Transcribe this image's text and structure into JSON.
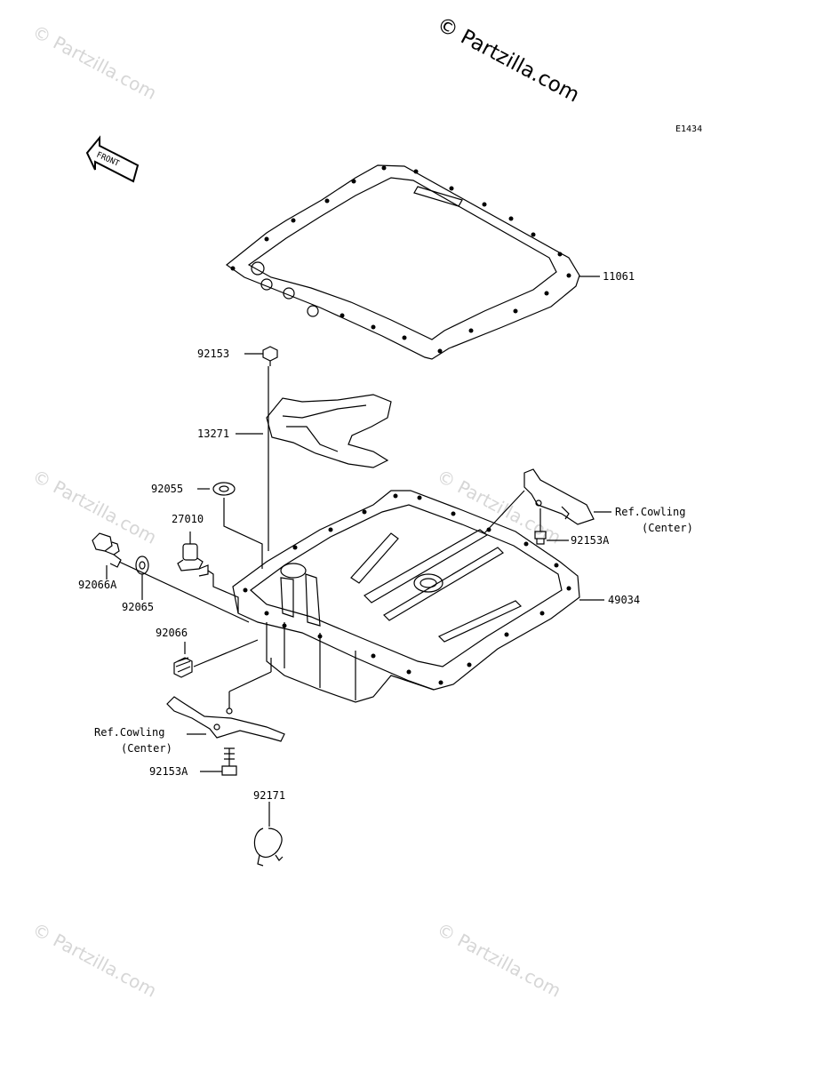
{
  "watermark": {
    "main": "© Partzilla.com",
    "faint": "© Partzilla.com"
  },
  "diagram_code": "E1434",
  "front_arrow_text": "FRONT",
  "parts": [
    {
      "id": "p-11061",
      "label": "11061"
    },
    {
      "id": "p-92153",
      "label": "92153"
    },
    {
      "id": "p-13271",
      "label": "13271"
    },
    {
      "id": "p-92055",
      "label": "92055"
    },
    {
      "id": "p-27010",
      "label": "27010"
    },
    {
      "id": "p-92066A",
      "label": "92066A"
    },
    {
      "id": "p-92065",
      "label": "92065"
    },
    {
      "id": "p-92066",
      "label": "92066"
    },
    {
      "id": "p-92153A-right",
      "label": "92153A"
    },
    {
      "id": "p-49034",
      "label": "49034"
    },
    {
      "id": "p-92153A-left",
      "label": "92153A"
    },
    {
      "id": "p-92171",
      "label": "92171"
    }
  ],
  "references": [
    {
      "line1": "Ref.Cowling",
      "line2": "(Center)"
    },
    {
      "line1": "Ref.Cowling",
      "line2": "(Center)"
    }
  ]
}
